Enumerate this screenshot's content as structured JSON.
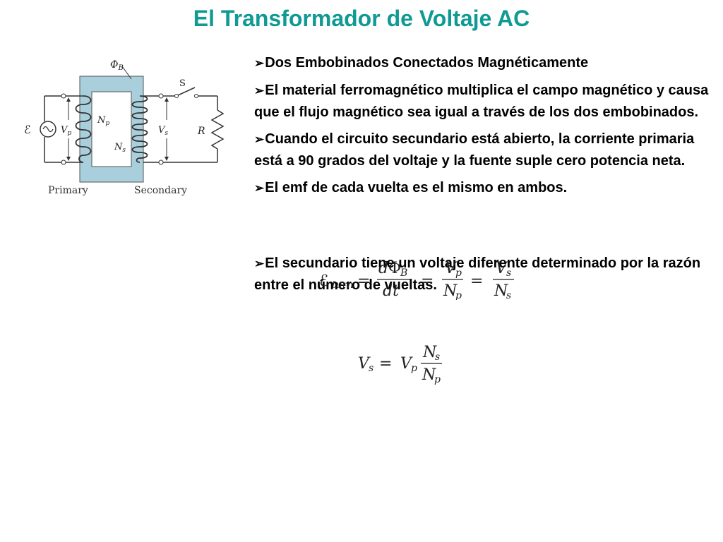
{
  "slide": {
    "title": "El Transformador de Voltaje AC",
    "bullet_marker": "➢",
    "bullets": [
      "Dos Embobinados Conectados Magnéticamente",
      "El material ferromagnético multiplica el campo magnético y causa que el flujo magnético sea igual a través de los dos embobinados.",
      "Cuando el circuito secundario está abierto, la corriente primaria está a 90 grados del voltaje y la fuente suple cero potencia neta.",
      "El emf de cada vuelta es el mismo en ambos.",
      "El secundario tiene un voltaje diferente determinado por la razón entre el número de vueltas."
    ]
  },
  "diagram": {
    "flux_label": "ΦB",
    "switch_label": "S",
    "resistor_label": "R",
    "source_label": "ℰ",
    "primary_voltage": "Vp",
    "secondary_voltage": "Vs",
    "primary_turns": "Np",
    "secondary_turns": "Ns",
    "primary_caption": "Primary",
    "secondary_caption": "Secondary"
  },
  "equations": {
    "emf_per_turn": "ℰturn = dΦB/dt = Vp/Np = Vs/Ns",
    "secondary_voltage": "Vs = Vp Ns/Np"
  },
  "colors": {
    "title": "#0f9a93",
    "core": "#a9cfdc",
    "text": "#000000"
  }
}
